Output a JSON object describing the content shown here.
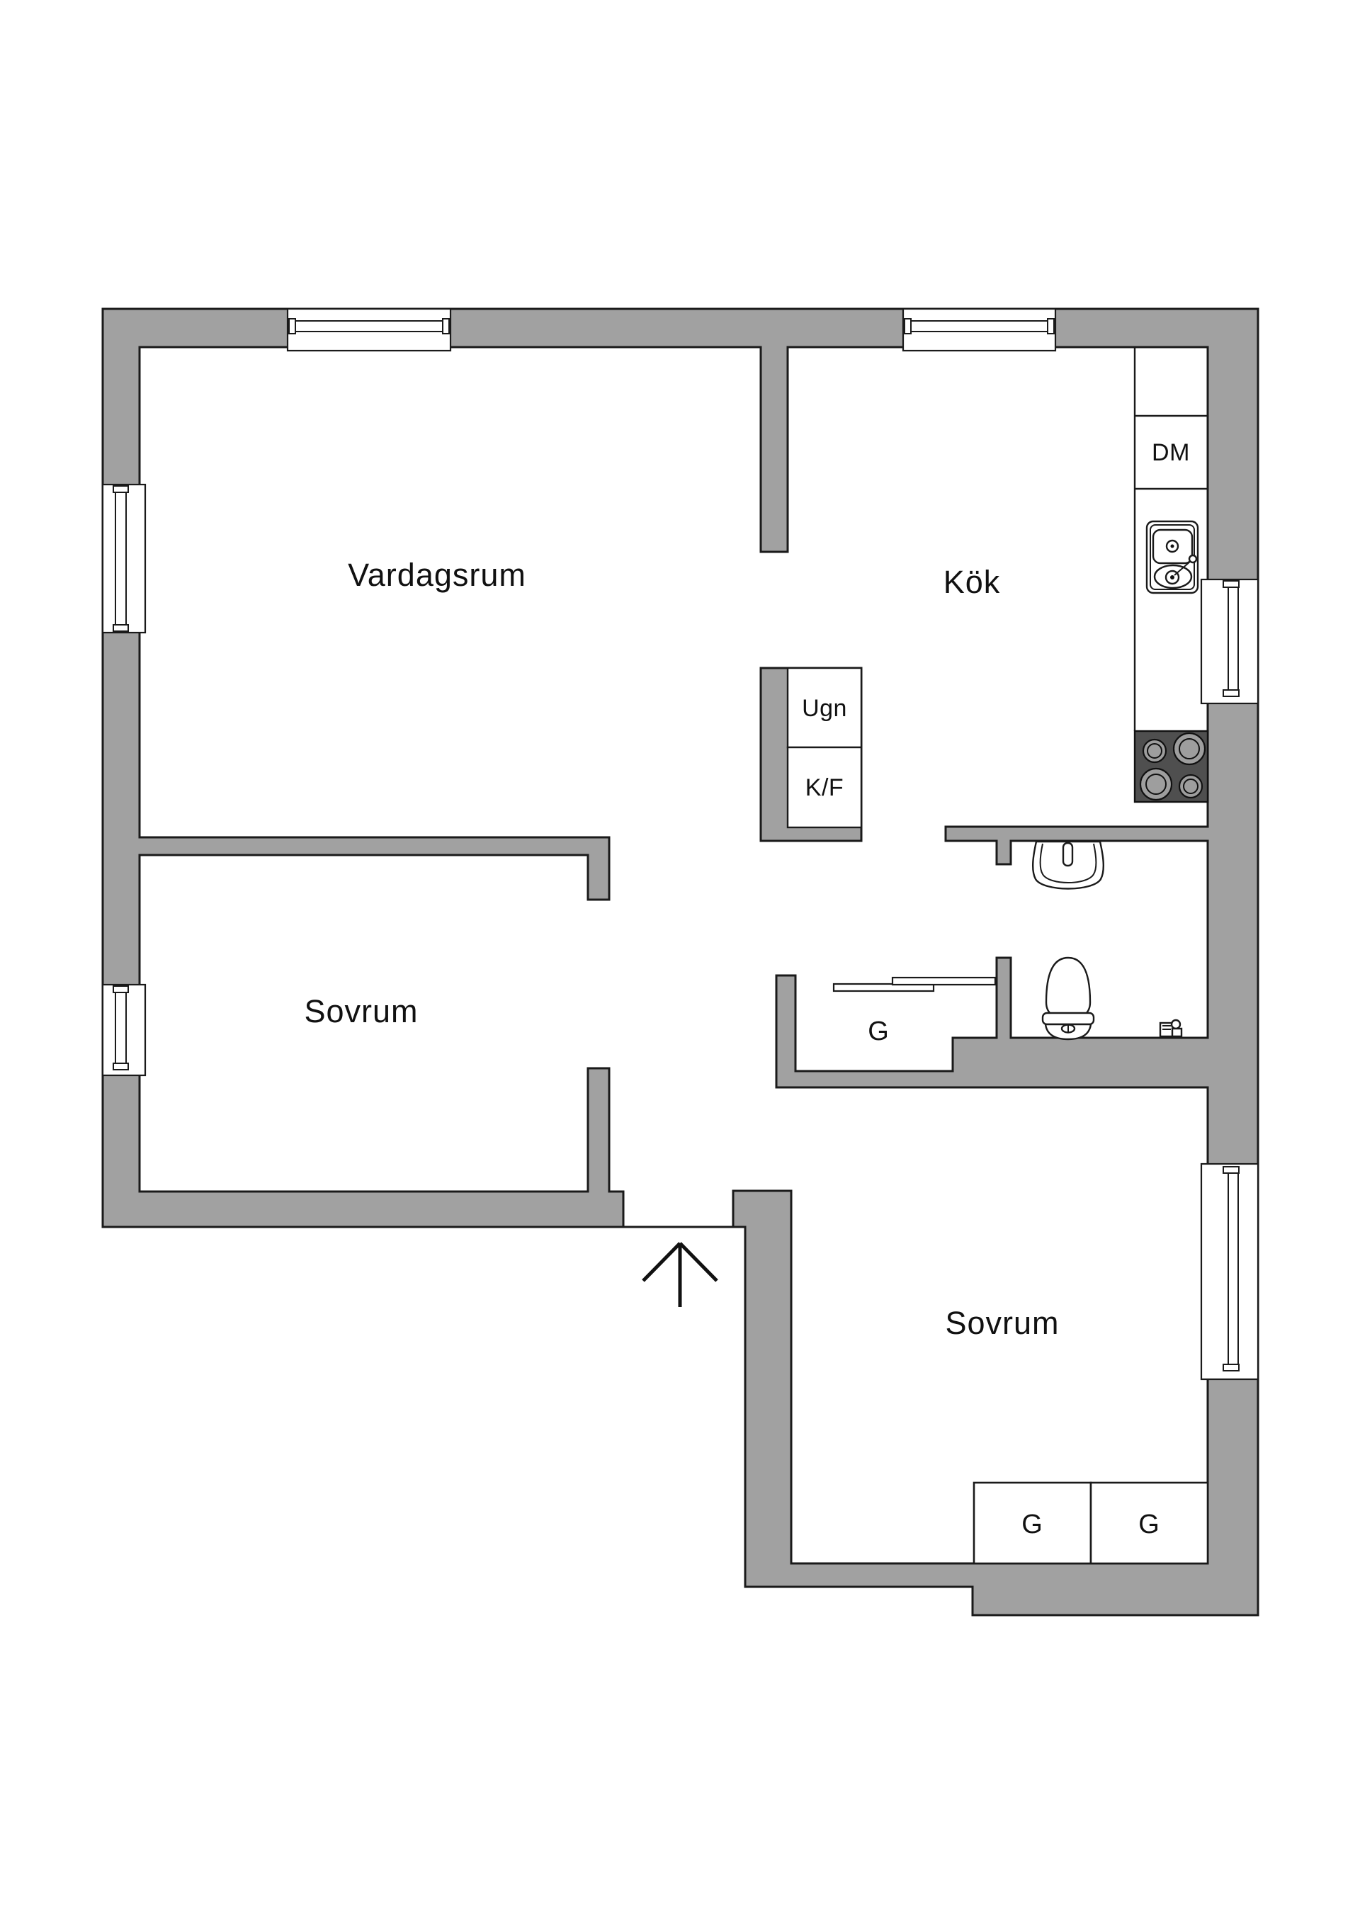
{
  "colors": {
    "background": "#ffffff",
    "wall_fill": "#a1a1a1",
    "outline": "#1a1a1a",
    "stove_fill": "#4f4f4f",
    "burner_fill": "#9e9e9e"
  },
  "rooms": {
    "living_room": {
      "label": "Vardagsrum"
    },
    "kitchen": {
      "label": "Kök"
    },
    "bedroom_left": {
      "label": "Sovrum"
    },
    "bedroom_bottom": {
      "label": "Sovrum"
    }
  },
  "appliances": {
    "dishwasher": {
      "label": "DM"
    },
    "oven": {
      "label": "Ugn"
    },
    "fridge_freezer": {
      "label": "K/F"
    }
  },
  "closets": {
    "hall_wardrobe": {
      "label": "G"
    },
    "bedroom_wardrobe_1": {
      "label": "G"
    },
    "bedroom_wardrobe_2": {
      "label": "G"
    }
  },
  "counts": {
    "windows": 6,
    "stove_burners": 4,
    "wardrobes": 3
  }
}
